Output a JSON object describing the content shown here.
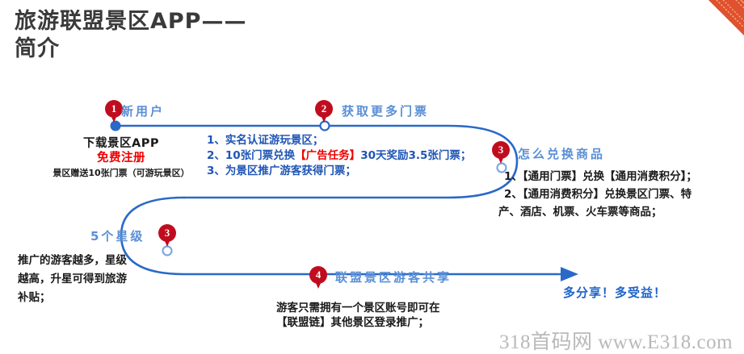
{
  "page": {
    "title_line1": "旅游联盟景区APP——",
    "title_line2": "简介"
  },
  "decoration": {
    "corner_icon": "corner-ribbon-icon",
    "corner_color": "#e0512f"
  },
  "colors": {
    "flow_line": "#2a69c8",
    "pin": "#c00d1e",
    "heading_blue": "#5b8fd6",
    "body_blue": "#1f55b5",
    "accent_red": "#ef0000",
    "body_dark": "#1a1a1a",
    "watermark": "#b9b9b9"
  },
  "nodes": [
    {
      "number": "1",
      "heading": "新用户",
      "lines": [
        {
          "text": "下载景区APP",
          "style": "main"
        },
        {
          "text": "免费注册",
          "style": "red"
        },
        {
          "text": "景区赠送10张门票（可游玩景区）",
          "style": "small"
        }
      ]
    },
    {
      "number": "2",
      "heading": "获取更多门票",
      "lines": [
        {
          "prefix": "1、实名认证游玩景区；",
          "highlight": "",
          "suffix": ""
        },
        {
          "prefix": "2、10张门票兑换",
          "highlight": "【广告任务】",
          "suffix": "30天奖励3.5张门票；"
        },
        {
          "prefix": "3、为景区推广游客获得门票；",
          "highlight": "",
          "suffix": ""
        }
      ]
    },
    {
      "number": "3",
      "heading": "怎么兑换商品",
      "lines": [
        {
          "text": "1、【通用门票】兑换【通用消费积分】；"
        },
        {
          "text": "2、【通用消费积分】兑换景区门票、特"
        },
        {
          "text": "产、酒店、机票、火车票等商品；"
        }
      ]
    },
    {
      "number": "3",
      "heading": "5个星级",
      "lines": [
        {
          "text": "推广的游客越多，星级"
        },
        {
          "text": "越高，升星可得到旅游"
        },
        {
          "text": "补贴；"
        }
      ]
    },
    {
      "number": "4",
      "heading": "联盟景区游客共享",
      "lines": [
        {
          "text": "游客只需拥有一个景区账号即可在"
        },
        {
          "text": "【联盟链】其他景区登录推广；"
        }
      ]
    }
  ],
  "slogan": {
    "text": "多分享！多受益！",
    "arrow_icon": "arrow-right-icon"
  },
  "watermark": {
    "text": "318首码网  www.E318.com"
  }
}
